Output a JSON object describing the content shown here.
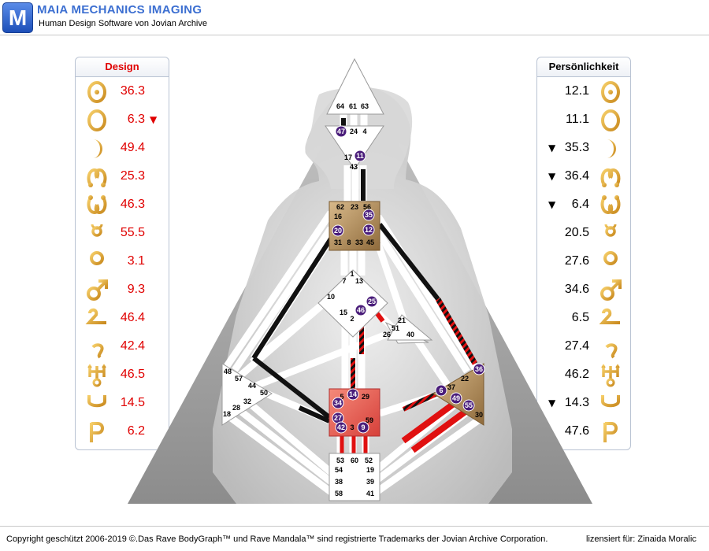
{
  "header": {
    "logo_letter": "M",
    "title": "MAIA MECHANICS IMAGING",
    "subtitle": "Human Design Software von Jovian Archive"
  },
  "design": {
    "title": "Design",
    "color": "#e00000",
    "rows": [
      {
        "icon": "sun-icon",
        "value": "36.3",
        "arrow": ""
      },
      {
        "icon": "earth-icon",
        "value": "6.3",
        "arrow": "▼"
      },
      {
        "icon": "moon-icon",
        "value": "49.4",
        "arrow": ""
      },
      {
        "icon": "north-node-icon",
        "value": "25.3",
        "arrow": ""
      },
      {
        "icon": "south-node-icon",
        "value": "46.3",
        "arrow": ""
      },
      {
        "icon": "mercury-icon",
        "value": "55.5",
        "arrow": ""
      },
      {
        "icon": "venus-icon",
        "value": "3.1",
        "arrow": ""
      },
      {
        "icon": "mars-icon",
        "value": "9.3",
        "arrow": ""
      },
      {
        "icon": "jupiter-icon",
        "value": "46.4",
        "arrow": ""
      },
      {
        "icon": "saturn-icon",
        "value": "42.4",
        "arrow": ""
      },
      {
        "icon": "uranus-icon",
        "value": "46.5",
        "arrow": ""
      },
      {
        "icon": "neptune-icon",
        "value": "14.5",
        "arrow": ""
      },
      {
        "icon": "pluto-icon",
        "value": "6.2",
        "arrow": ""
      }
    ]
  },
  "personality": {
    "title": "Persönlichkeit",
    "color": "#000000",
    "rows": [
      {
        "icon": "sun-icon",
        "value": "12.1",
        "arrow": ""
      },
      {
        "icon": "earth-icon",
        "value": "11.1",
        "arrow": ""
      },
      {
        "icon": "moon-icon",
        "value": "35.3",
        "arrow": "▼"
      },
      {
        "icon": "north-node-icon",
        "value": "36.4",
        "arrow": "▼"
      },
      {
        "icon": "south-node-icon",
        "value": "6.4",
        "arrow": "▼"
      },
      {
        "icon": "mercury-icon",
        "value": "20.5",
        "arrow": ""
      },
      {
        "icon": "venus-icon",
        "value": "27.6",
        "arrow": ""
      },
      {
        "icon": "mars-icon",
        "value": "34.6",
        "arrow": ""
      },
      {
        "icon": "jupiter-icon",
        "value": "6.5",
        "arrow": ""
      },
      {
        "icon": "saturn-icon",
        "value": "27.4",
        "arrow": ""
      },
      {
        "icon": "uranus-icon",
        "value": "46.2",
        "arrow": ""
      },
      {
        "icon": "neptune-icon",
        "value": "14.3",
        "arrow": "▼"
      },
      {
        "icon": "pluto-icon",
        "value": "47.6",
        "arrow": ""
      }
    ]
  },
  "bodygraph": {
    "head": [
      "64",
      "61",
      "63"
    ],
    "ajna": [
      "47",
      "24",
      "4",
      "17",
      "11",
      "43"
    ],
    "throat": [
      "62",
      "23",
      "56",
      "16",
      "35",
      "20",
      "12",
      "31",
      "8",
      "33",
      "45"
    ],
    "g": [
      "1",
      "7",
      "13",
      "10",
      "15",
      "2",
      "25",
      "46"
    ],
    "ego": [
      "21",
      "51",
      "26",
      "40"
    ],
    "spleen": [
      "48",
      "57",
      "44",
      "50",
      "32",
      "28",
      "18"
    ],
    "sacral": [
      "5",
      "14",
      "29",
      "34",
      "27",
      "42",
      "3",
      "9",
      "59"
    ],
    "solar": [
      "36",
      "22",
      "37",
      "6",
      "49",
      "55",
      "30"
    ],
    "root": [
      "53",
      "60",
      "52",
      "54",
      "19",
      "38",
      "39",
      "58",
      "41"
    ]
  },
  "footer": {
    "copyright": "Copyright geschützt 2006-2019 ©.Das Rave BodyGraph™ und Rave Mandala™ sind registrierte Trademarks der Jovian Archive Corporation.",
    "license": "lizensiert für: Zinaida Moralic"
  }
}
